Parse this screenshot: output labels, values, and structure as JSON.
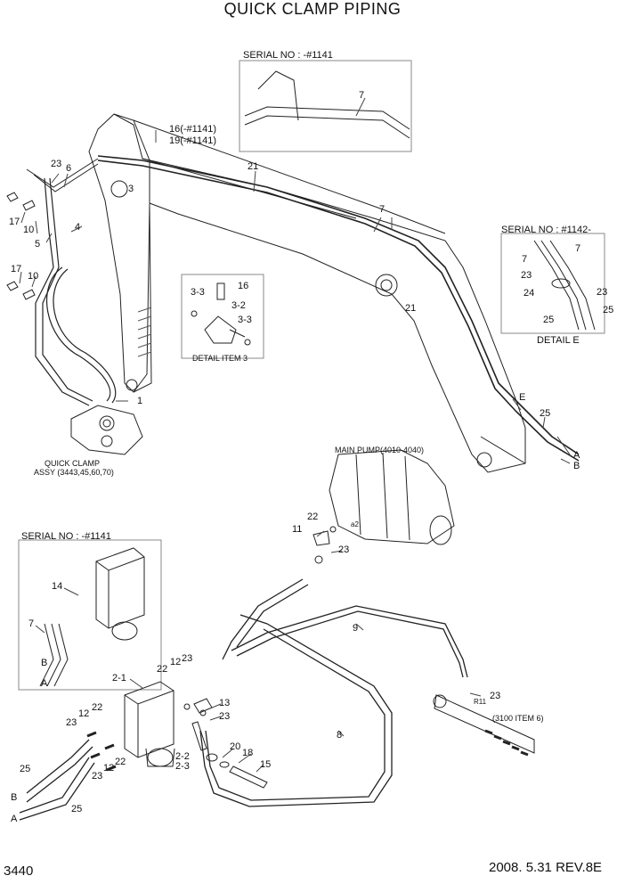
{
  "title": "QUICK CLAMP PIPING",
  "page_number": "3440",
  "date_rev": "2008. 5.31  REV.8E",
  "insets": {
    "serial_top": "SERIAL NO : -#1141",
    "serial_right": "SERIAL NO : #1142-",
    "detail_e": "DETAIL  E",
    "detail_item3": "DETAIL ITEM 3",
    "serial_left": "SERIAL NO : -#1141"
  },
  "notes": {
    "quick_clamp_1": "QUICK CLAMP",
    "quick_clamp_2": "ASSY (3443,45,60,70)",
    "main_pump": "MAIN PUMP(4010-4040)",
    "ref_3100": "(3100 ITEM 6)",
    "a2": "a2",
    "r11": "R11"
  },
  "callouts": {
    "c16_top": "16(-#1141)",
    "c19_top": "19(-#1141)",
    "c23_a": "23",
    "c6": "6",
    "c3": "3",
    "c21_a": "21",
    "c17_a": "17",
    "c10_a": "10",
    "c4": "4",
    "c5": "5",
    "c17_b": "17",
    "c10_b": "10",
    "c7_top": "7",
    "c7_b": "7",
    "c21_b": "21",
    "c7_r1": "7",
    "c7_r2": "7",
    "c23_r1": "23",
    "c24": "24",
    "c23_r2": "23",
    "c25_r1": "25",
    "c25_r2": "25",
    "c3_3a": "3-3",
    "c16_d": "16",
    "c3_2": "3-2",
    "c3_3b": "3-3",
    "c1": "1",
    "cE": "E",
    "c25_e": "25",
    "cA_e": "A",
    "cB_e": "B",
    "c22_p": "22",
    "c11": "11",
    "c23_p": "23",
    "c9": "9",
    "c14": "14",
    "c7_l": "7",
    "cB_l": "B",
    "cA_l": "A",
    "c2_1": "2-1",
    "c22_v": "22",
    "c12_v": "12",
    "c23_v": "23",
    "c13": "13",
    "c23_v2": "23",
    "c23_f": "23",
    "c12_f": "12",
    "c22_f": "22",
    "c12_g": "12",
    "c22_g": "22",
    "c23_g": "23",
    "c2_2": "2-2",
    "c2_3": "2-3",
    "c20": "20",
    "c18": "18",
    "c15": "15",
    "c8": "8",
    "c23_m": "23",
    "c25_b": "25",
    "cB_b": "B",
    "cA_b": "A",
    "c25_b2": "25"
  }
}
